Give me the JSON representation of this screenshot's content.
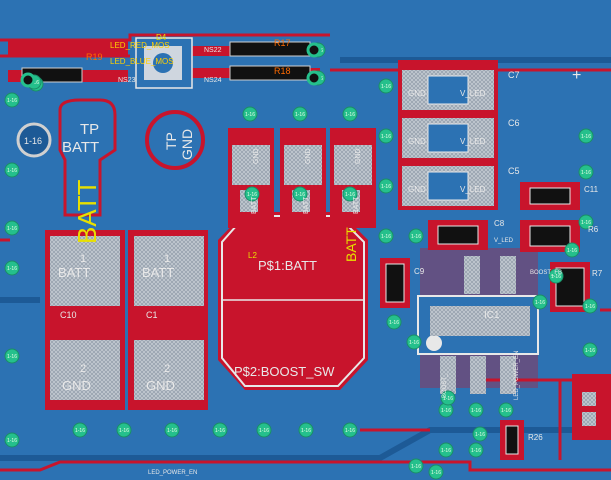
{
  "colors": {
    "board": "#2c72b3",
    "copper": "#c8142c",
    "silk": "#e8e8e8",
    "pad": "#a0a0a0",
    "via": "#25c08c",
    "label_yellow": "#e8e000",
    "label_orange": "#ff6a00",
    "trace_dark": "#1a4f86"
  },
  "labels": {
    "led_red_mos": "LED_RED_MOS",
    "led_blue_mos": "LED_BLUE_MOS",
    "r19": "R19",
    "r17": "R17",
    "r18": "R18",
    "d4": "D4",
    "ns22": "NS22",
    "ns24": "NS24",
    "ns23": "NS23",
    "tp_batt_top": "TP",
    "tp_batt_bottom": "BATT",
    "tp_gnd_top": "TP",
    "tp_gnd_bottom": "GND",
    "batt_big": "BATT",
    "batt_small": "BATT",
    "via_1_16": "1-16",
    "via": "1-16",
    "c7": "C7",
    "c6": "C6",
    "c5": "C5",
    "c8": "C8",
    "c9": "C9",
    "c10": "C10",
    "c1": "C1",
    "c11": "C11",
    "r6": "R6",
    "r7": "R7",
    "r26": "R26",
    "ic1": "IC1",
    "l2": "L2",
    "gnd": "GND",
    "v_led": "V_LED",
    "batt_pad": "BATT",
    "pad1": "1",
    "pad2": "2",
    "p1_batt": "P$1:BATT",
    "p2_boost": "P$2:BOOST_SW",
    "boost_fb": "BOOST_FB",
    "boost_sw": "BOOST_",
    "led_power_en": "LED_POWER_EN",
    "v_led_small": "V_LED"
  }
}
